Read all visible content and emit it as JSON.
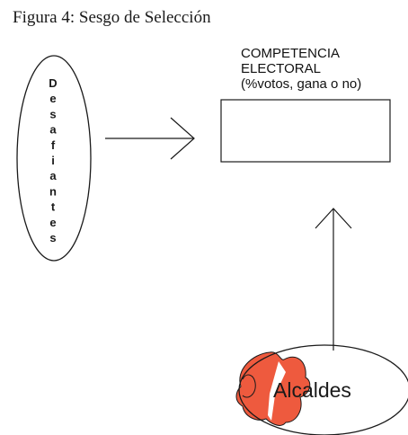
{
  "title": "Figura 4: Sesgo de Selección",
  "nodes": {
    "challengers": {
      "label": "Desafiantes",
      "letters": [
        "D",
        "e",
        "s",
        "a",
        "f",
        "i",
        "a",
        "n",
        "t",
        "e",
        "s"
      ]
    },
    "outcome": {
      "lines": [
        "COMPETENCIA",
        "ELECTORAL",
        "(%votos, gana o no)"
      ]
    },
    "mayors": {
      "label": "Alcaldes"
    }
  },
  "colors": {
    "stroke": "#1a1a1a",
    "mayor_blob": "#ee5a3e",
    "background": "#ffffff"
  }
}
